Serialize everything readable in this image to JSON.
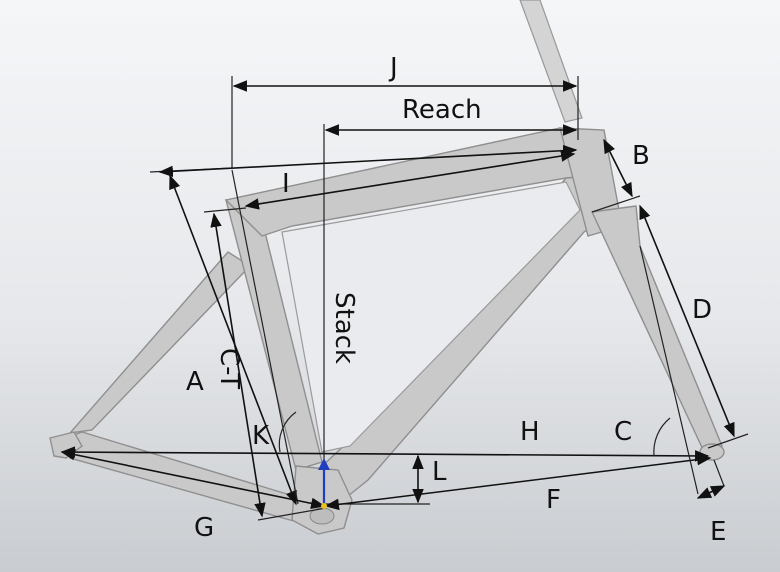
{
  "diagram": {
    "labels": {
      "J": "J",
      "reach": "Reach",
      "B": "B",
      "I": "I",
      "stack": "Stack",
      "D": "D",
      "A": "A",
      "CT": "C-T",
      "K": "K",
      "H": "H",
      "C": "C",
      "L": "L",
      "F": "F",
      "G": "G",
      "E": "E"
    },
    "colors": {
      "background_top": "#f4f6f8",
      "background_bottom": "#c9ccd0",
      "frame": "#c9c9c9",
      "frame_outline": "#8f8f8f",
      "dimension_lines": "#111111",
      "axis_marker": "#1f3fbf"
    }
  }
}
